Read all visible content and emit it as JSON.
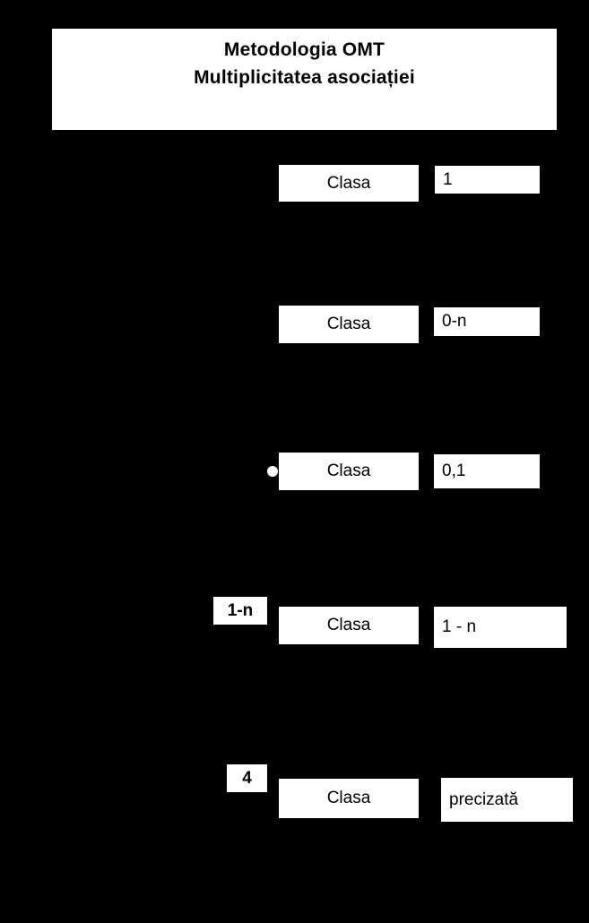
{
  "page": {
    "background_color": "#000000",
    "box_fill_color": "#ffffff",
    "text_color": "#000000"
  },
  "title": {
    "line1": "Metodologia OMT",
    "line2": "Multiplicitatea asociației"
  },
  "rows": [
    {
      "class_label": "Clasa",
      "multiplicity": "1",
      "role_label": "",
      "marker": ""
    },
    {
      "class_label": "Clasa",
      "multiplicity": "0-n",
      "role_label": "",
      "marker": ""
    },
    {
      "class_label": "Clasa",
      "multiplicity": "0,1",
      "role_label": "",
      "marker": "filled-circle"
    },
    {
      "class_label": "Clasa",
      "multiplicity": "1 - n",
      "role_label": "1-n",
      "marker": ""
    },
    {
      "class_label": "Clasa",
      "multiplicity": "precizată",
      "role_label": "4",
      "marker": ""
    }
  ]
}
